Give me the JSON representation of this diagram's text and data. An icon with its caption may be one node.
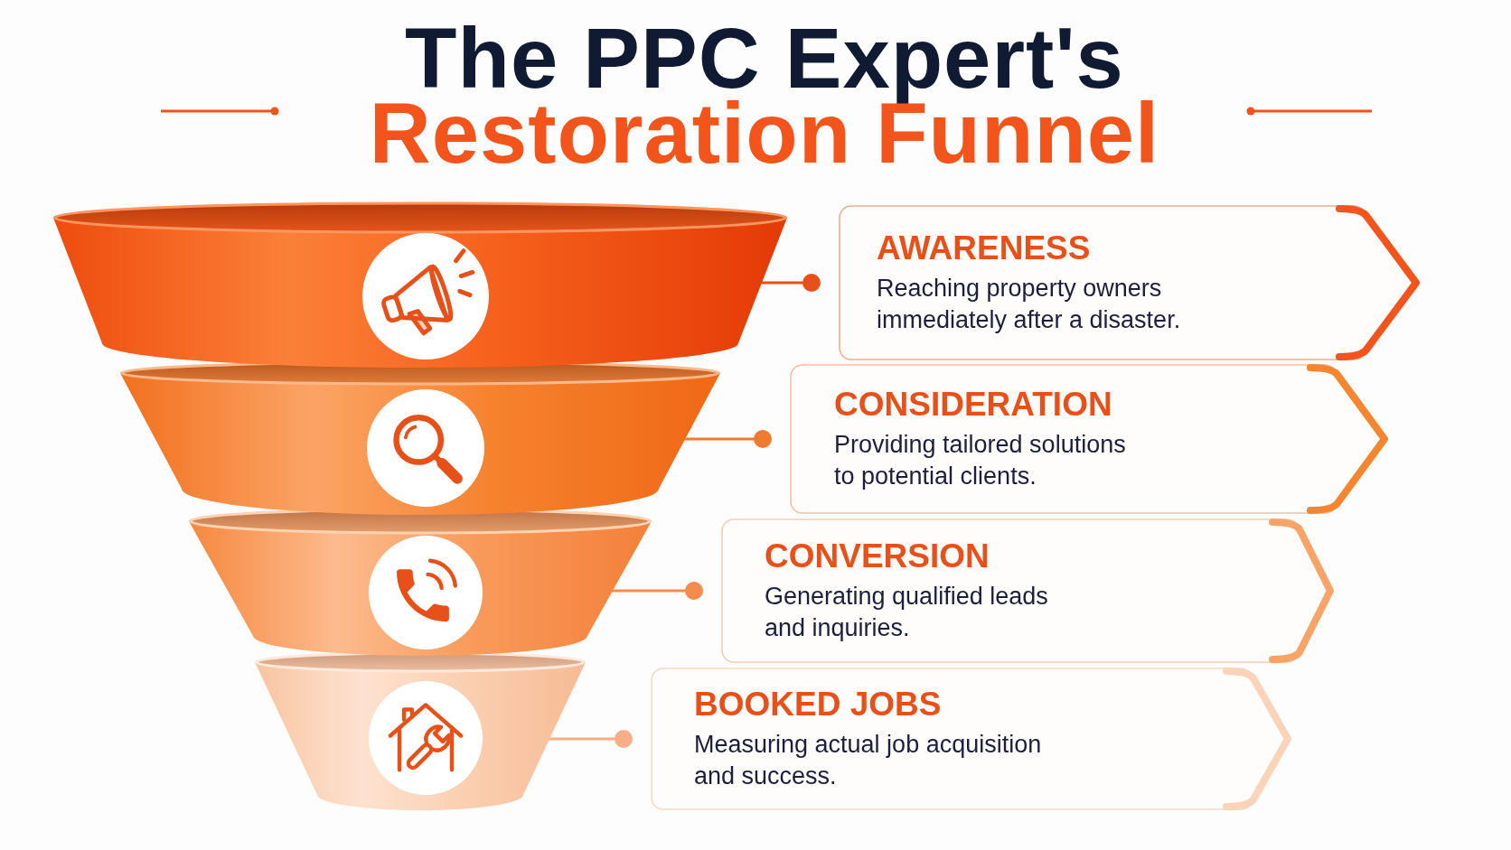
{
  "diagram": {
    "title": "The PPC Expert's Restoration Funnel",
    "nodes": [
      {
        "text": [],
        "shape": "band"
      },
      {
        "text": [
          "AWARENESS",
          "Reaching property owners immediately after a disaster."
        ]
      },
      {
        "text": [],
        "shape": "band"
      },
      {
        "text": [
          "CONSIDERATION",
          "Providing tailored solutions to potential clients."
        ]
      },
      {
        "text": [],
        "shape": "band"
      },
      {
        "text": [
          "CONVERSION",
          "Generating qualified leads and inquiries."
        ]
      },
      {
        "text": [],
        "shape": "band"
      },
      {
        "text": [
          "BOOKED JOBS",
          "Measuring actual job acquisition and success."
        ]
      }
    ],
    "edges": [
      {
        "from": 0,
        "to": 1,
        "arrow": "other",
        "color": "#e8501a"
      },
      {
        "from": 2,
        "to": 3,
        "arrow": "other",
        "color": "#f07a30"
      },
      {
        "from": 4,
        "to": 5,
        "arrow": "other",
        "color": "#f58c4c"
      },
      {
        "from": 6,
        "to": 7,
        "arrow": "other",
        "color": "#f6ae86"
      }
    ]
  }
}
